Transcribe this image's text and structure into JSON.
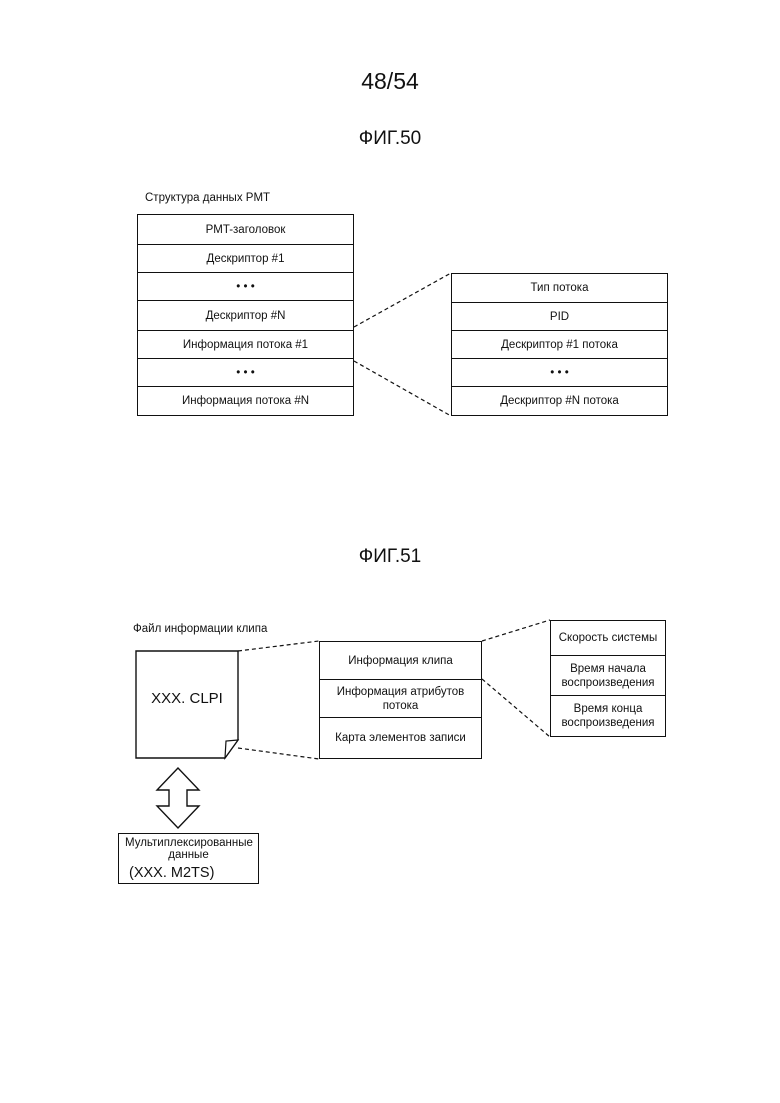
{
  "page_number": "48/54",
  "fig50": {
    "title": "ФИГ.50",
    "caption": "Структура данных PMT",
    "left_rows": [
      "PMT-заголовок",
      "Дескриптор #1",
      "• • •",
      "Дескриптор #N",
      "Информация потока #1",
      "• • •",
      "Информация потока #N"
    ],
    "right_rows": [
      "Тип потока",
      "PID",
      "Дескриптор #1 потока",
      "• • •",
      "Дескриптор #N потока"
    ]
  },
  "fig51": {
    "title": "ФИГ.51",
    "caption": "Файл информации клипа",
    "file_label": "XXX. CLPI",
    "mid_rows": [
      "Информация клипа",
      "Информация атрибутов потока",
      "Карта элементов записи"
    ],
    "right_rows": [
      "Скорость системы",
      "Время начала воспроизведения",
      "Время конца воспроизведения"
    ],
    "mux_label": "Мультиплексированные данные",
    "mux_file": "(XXX. M2TS)"
  }
}
